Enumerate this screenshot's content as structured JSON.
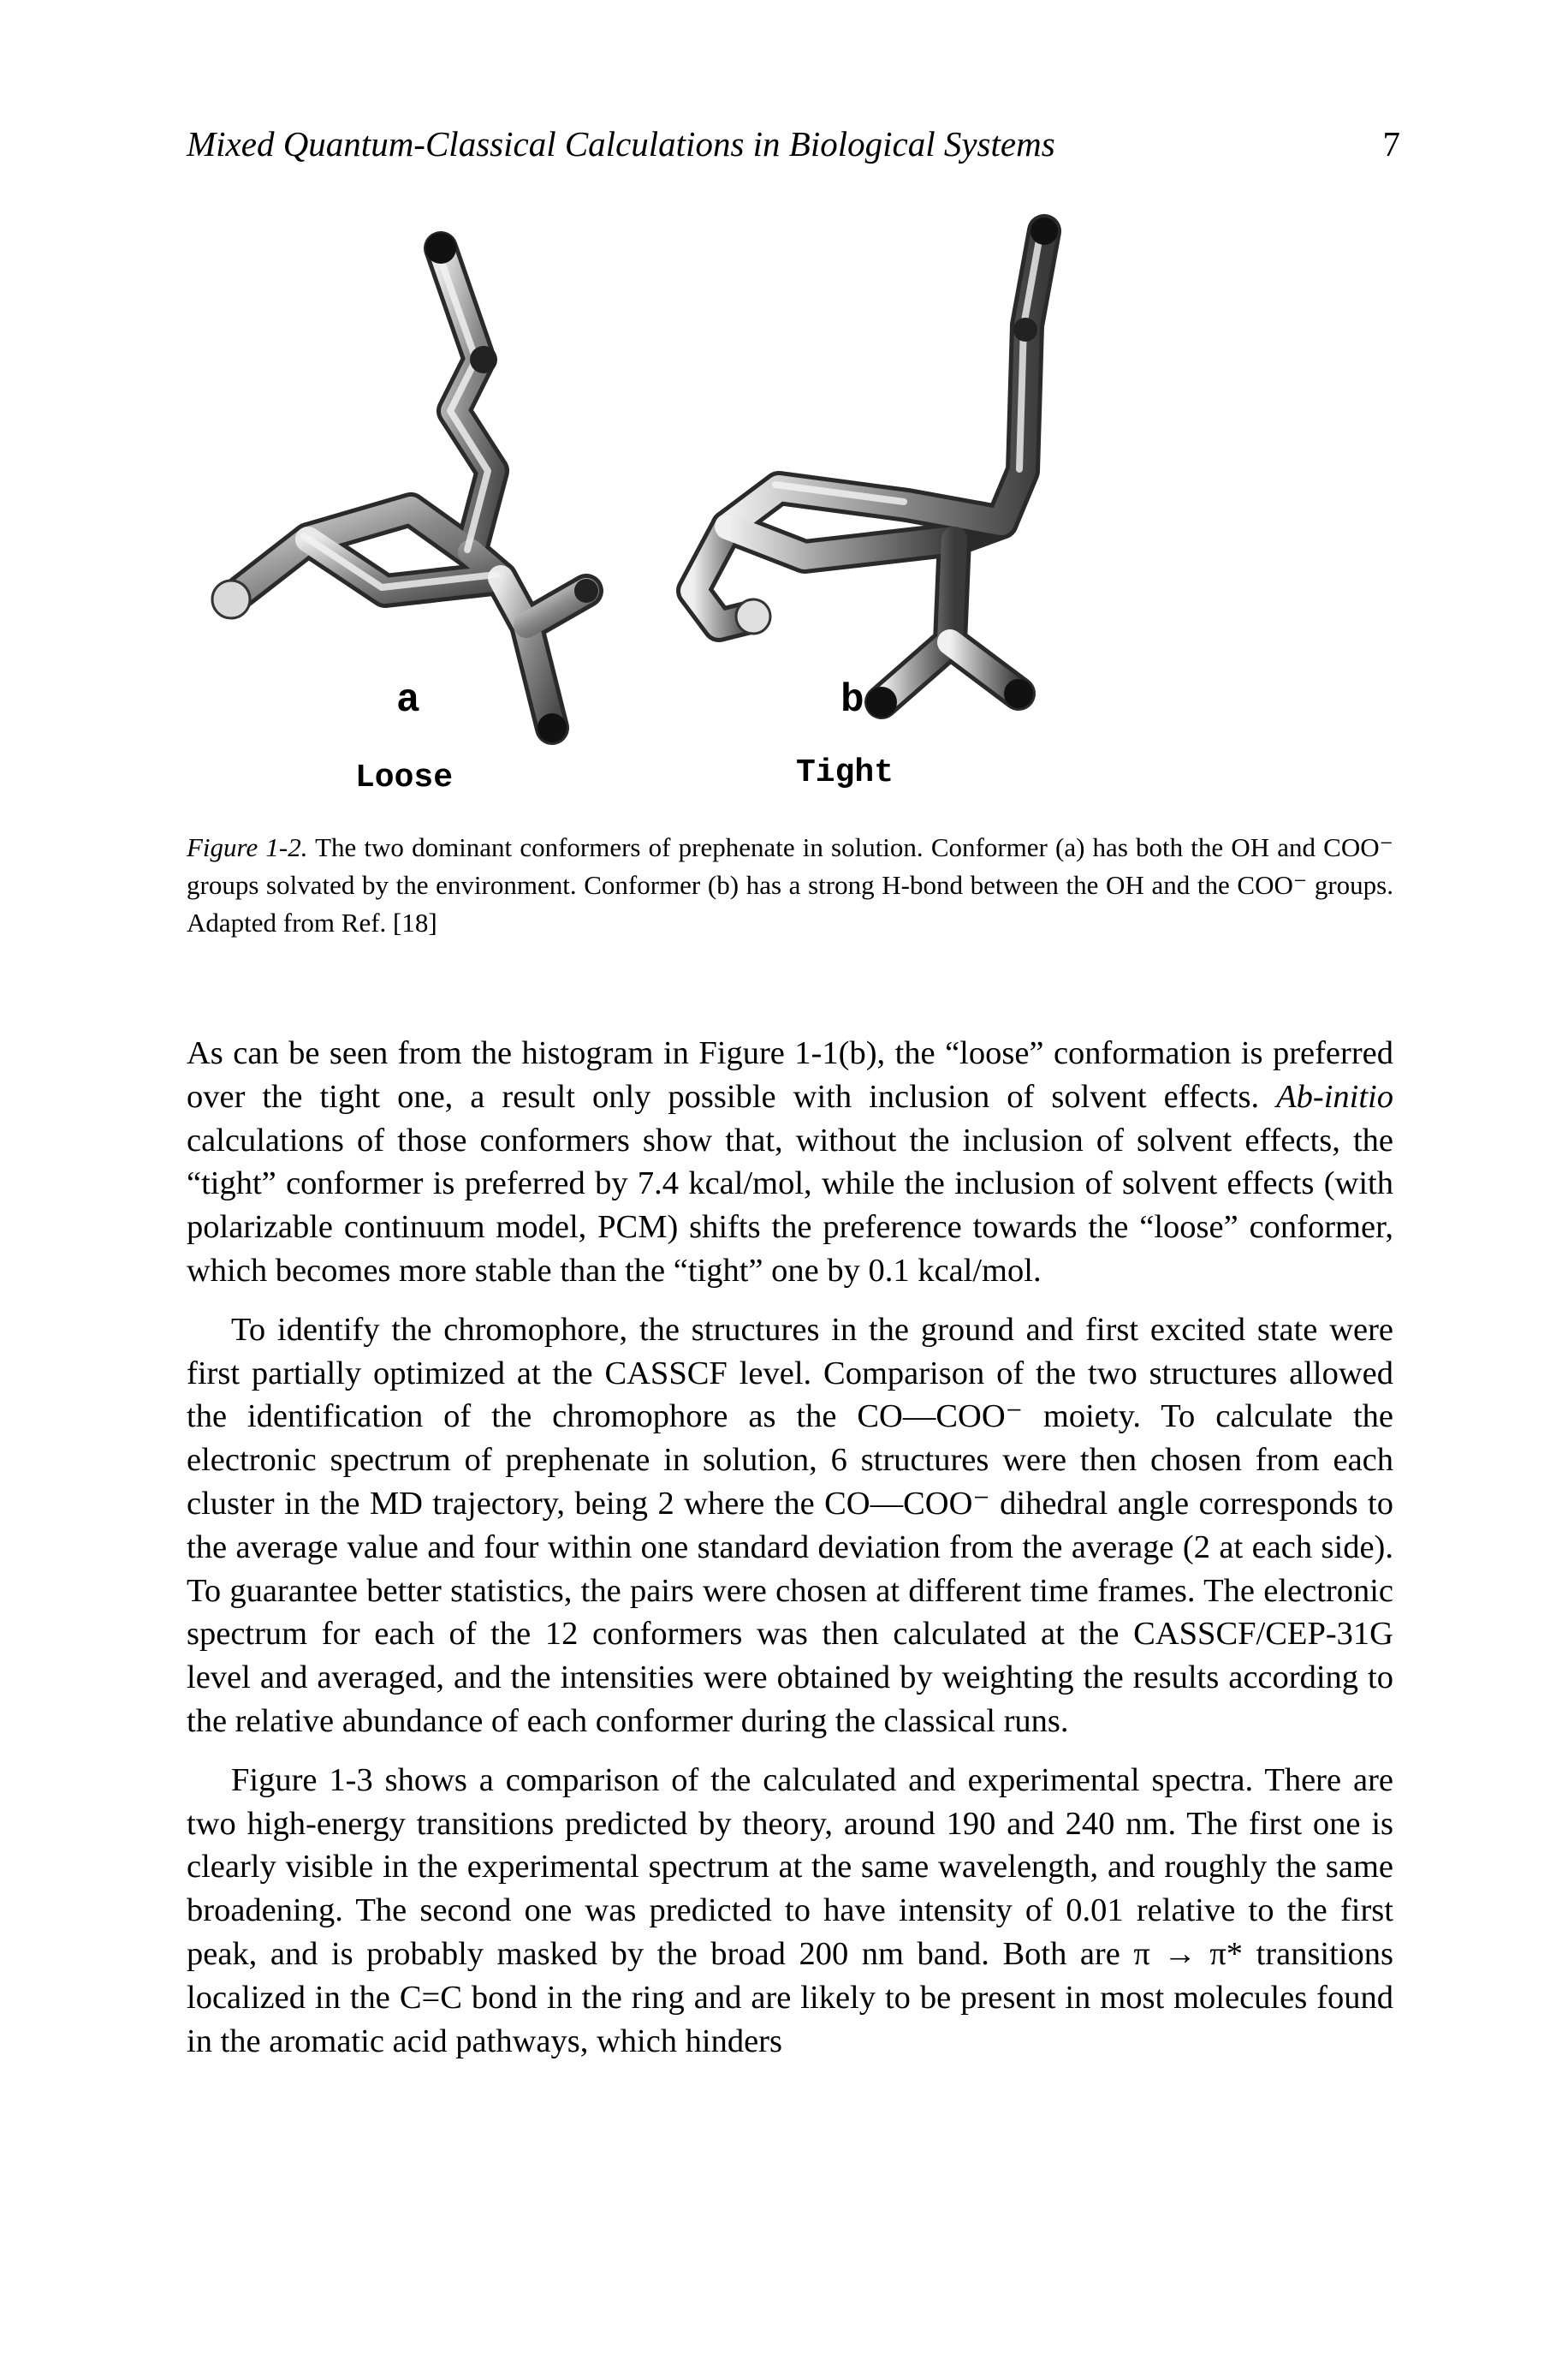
{
  "header": {
    "running_title": "Mixed Quantum-Classical Calculations in Biological Systems",
    "page_number": "7"
  },
  "figure": {
    "panels": [
      {
        "letter": "a",
        "name": "Loose"
      },
      {
        "letter": "b",
        "name": "Tight"
      }
    ],
    "caption_label": "Figure 1-2.",
    "caption_text": "The two dominant conformers of prephenate in solution. Conformer (a) has both the OH and COO⁻ groups solvated by the environment. Conformer (b) has a strong H-bond between the OH and the COO⁻ groups. Adapted from Ref. [18]"
  },
  "body": {
    "p1_before_italic": "As can be seen from the histogram in Figure 1-1(b), the “loose” conformation is preferred over the tight one, a result only possible with inclusion of solvent effects. ",
    "p1_italic": "Ab-initio",
    "p1_after_italic": " calculations of those conformers show that, without the inclusion of solvent effects, the “tight” conformer is preferred by 7.4 kcal/mol, while the inclusion of solvent effects (with polarizable continuum model, PCM) shifts the preference towards the “loose” conformer, which becomes more stable than the “tight” one by 0.1 kcal/mol.",
    "p2": "To identify the chromophore, the structures in the ground and first excited state were first partially optimized at the CASSCF level. Comparison of the two structures allowed the identification of the chromophore as the CO—COO⁻ moiety. To calculate the electronic spectrum of prephenate in solution, 6 structures were then chosen from each cluster in the MD trajectory, being 2 where the CO—COO⁻ dihedral angle corresponds to the average value and four within one standard deviation from the average (2 at each side). To guarantee better statistics, the pairs were chosen at different time frames. The electronic spectrum for each of the 12 conformers was then calculated at the CASSCF/CEP-31G level and averaged, and the intensities were obtained by weighting the results according to the relative abundance of each conformer during the classical runs.",
    "p3": "Figure 1-3 shows a comparison of the calculated and experimental spectra. There are two high-energy transitions predicted by theory, around 190 and 240 nm. The first one is clearly visible in the experimental spectrum at the same wavelength, and roughly the same broadening. The second one was predicted to have intensity of 0.01 relative to the first peak, and is probably masked by the broad 200 nm band. Both are π → π* transitions localized in the C=C bond in the ring and are likely to be present in most molecules found in the aromatic acid pathways, which hinders"
  }
}
